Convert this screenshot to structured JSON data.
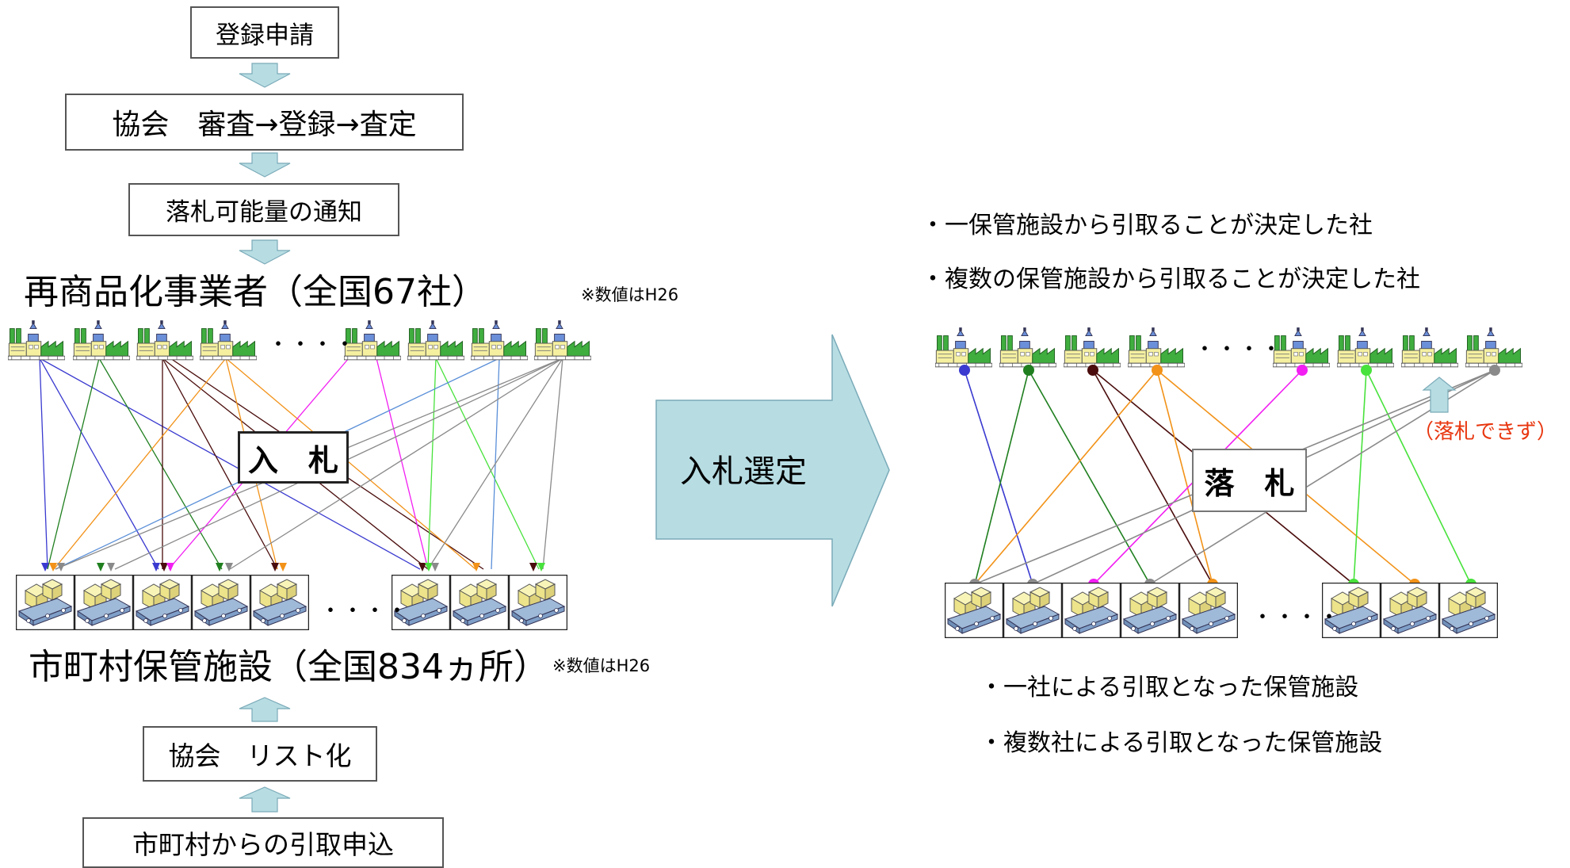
{
  "left": {
    "steps_top": [
      "登録申請",
      "協会　審査→登録→査定",
      "落札可能量の通知"
    ],
    "recyclers_title": "再商品化事業者（全国67社）",
    "recyclers_note": "※数値はH26",
    "bidding_label": "入　札",
    "facilities_title": "市町村保管施設（全国834ヵ所）",
    "facilities_note": "※数値はH26",
    "steps_bottom": [
      "協会　リスト化",
      "市町村からの引取申込"
    ],
    "ellipsis": "・・・・"
  },
  "arrow_label": "入札選定",
  "right": {
    "legend_companies": [
      "・一保管施設から引取ることが決定した社",
      "・複数の保管施設から引取ることが決定した社"
    ],
    "winning_label": "落　札",
    "failed_label": "（落札できず）",
    "legend_facilities": [
      "・一社による引取となった保管施設",
      "・複数社による引取となった保管施設"
    ],
    "ellipsis": "・・・・"
  },
  "colors": {
    "factory_green": "#3fae3f",
    "factory_yellow": "#f5f0a0",
    "box_yellow": "#f3eea0",
    "arrow_fill": "#b7dde3",
    "failed_text": "#e8360f",
    "line_blue": "#3a3ad0",
    "line_green": "#1f7f1f",
    "line_brown": "#4a0c0c",
    "line_orange": "#f29218",
    "line_magenta": "#f21ef2",
    "line_lightgreen": "#48e23c",
    "line_gray": "#8a8a8a"
  },
  "icons": {
    "factory": "factory-icon",
    "facility": "storage-facility-icon",
    "down_arrow": "down-arrow-icon",
    "up_arrow": "up-arrow-icon",
    "big_arrow": "right-arrow-icon"
  }
}
